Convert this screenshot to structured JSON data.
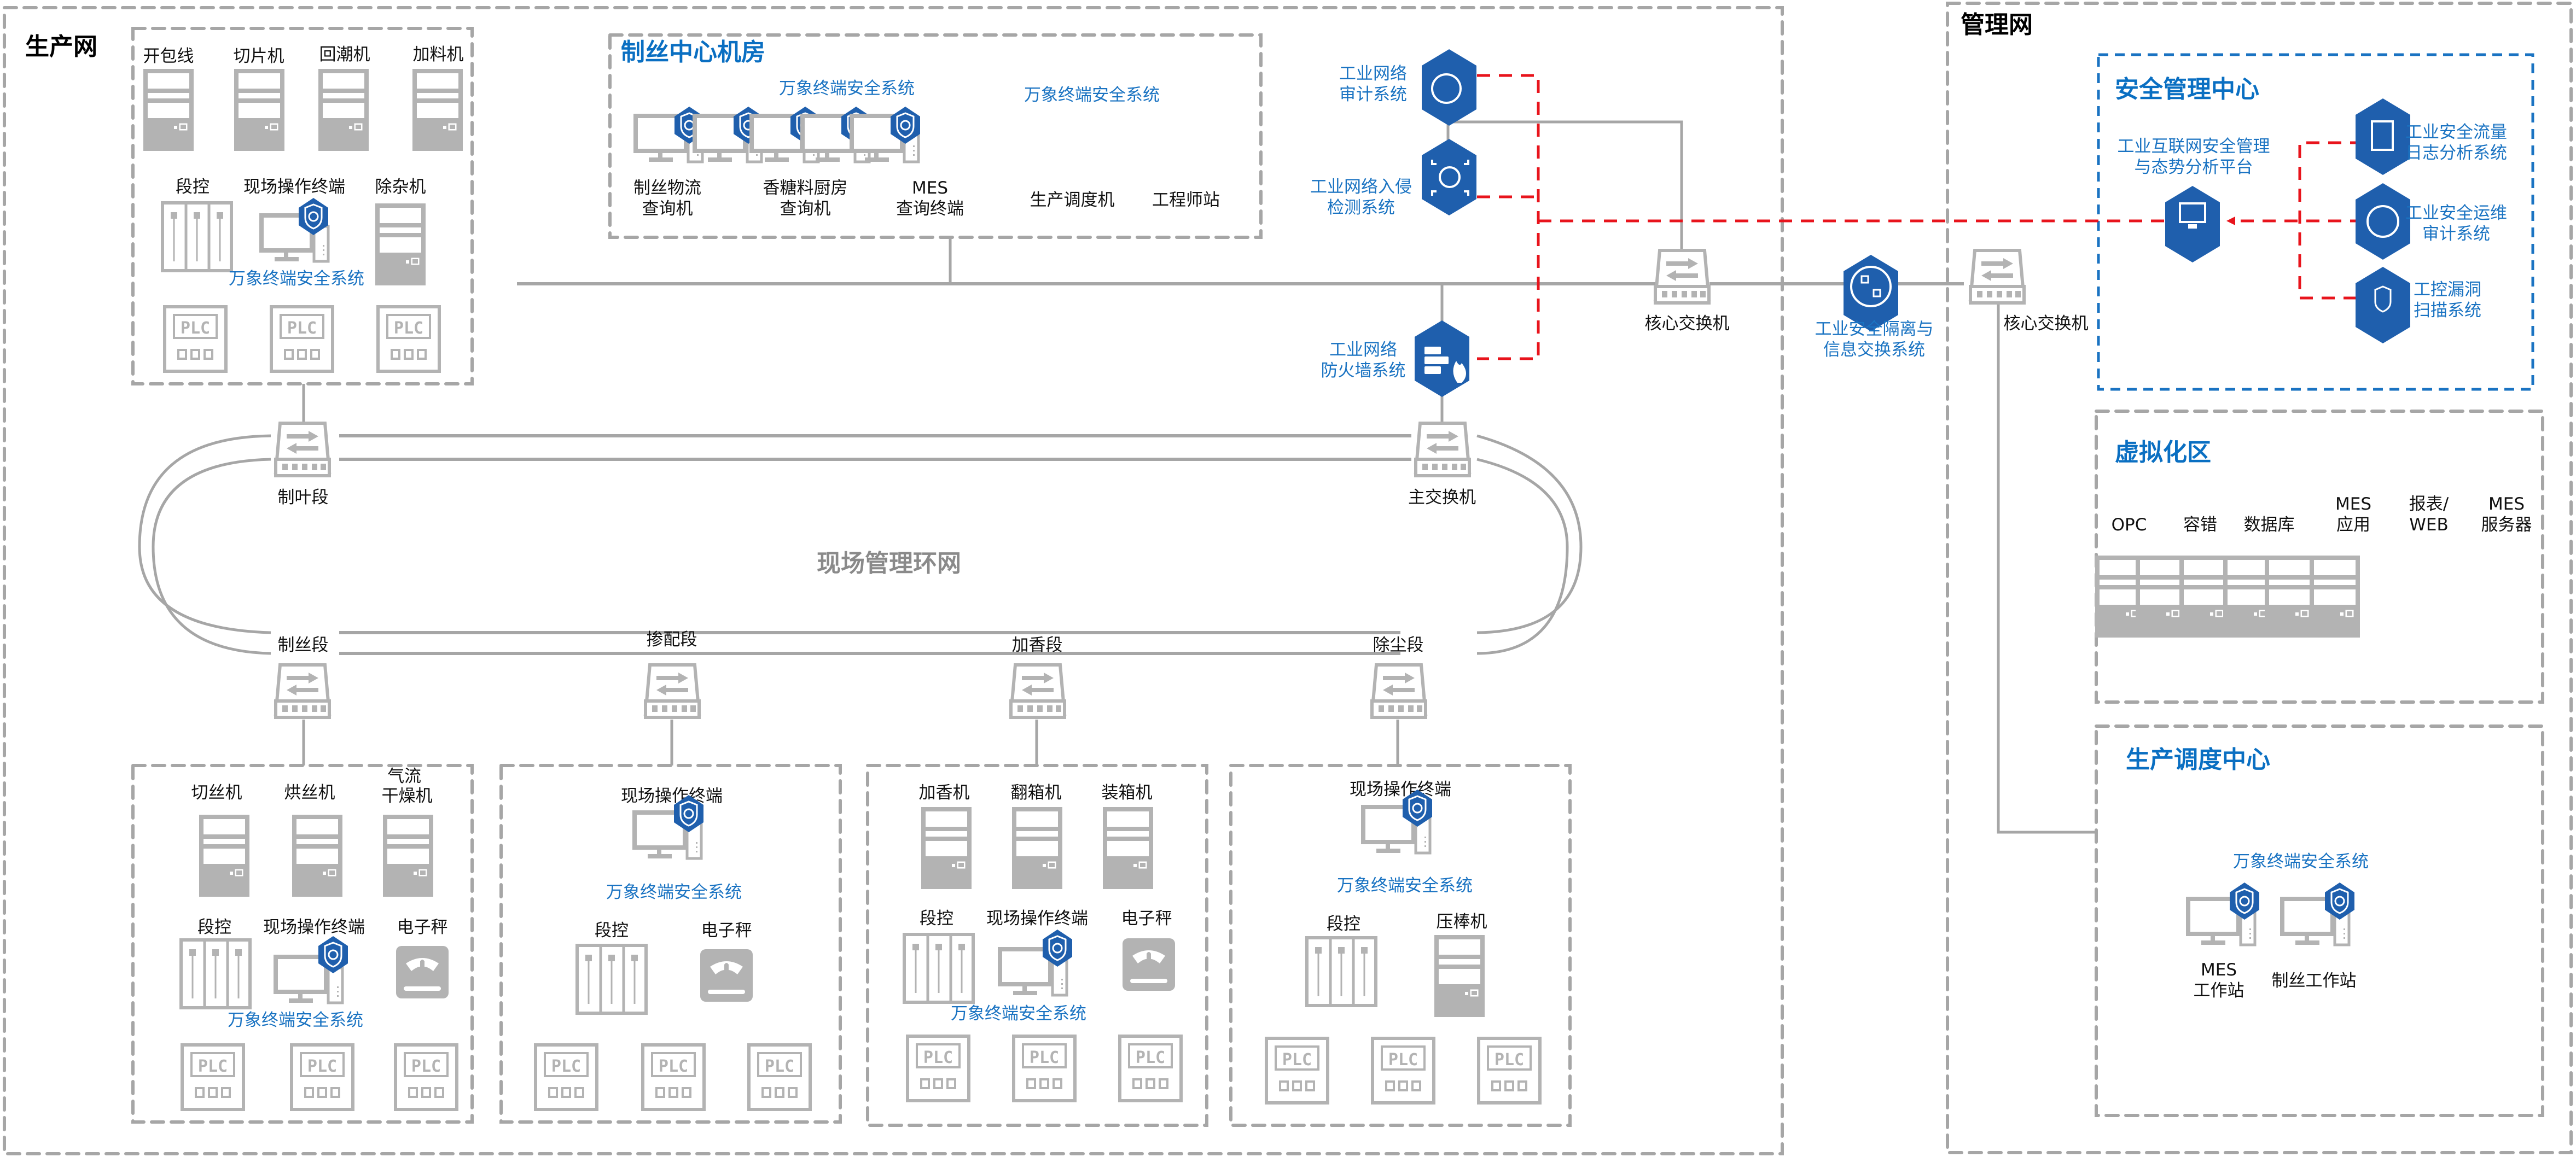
{
  "colors": {
    "accent_blue": "#1f5fad",
    "label_blue": "#1a73c2",
    "device_gray": "#b3b3b3",
    "line_gray": "#a6a6a6",
    "alert_red": "#e8141c"
  },
  "production_net": {
    "title": "生产网",
    "top_left_cluster": {
      "machines": [
        "开包线",
        "切片机",
        "回潮机",
        "加料机"
      ],
      "row2": {
        "segment_ctrl": "段控",
        "terminal": "现场操作终端",
        "extra": "除杂机"
      },
      "security_label": "万象终端安全系统",
      "plc": [
        "PLC",
        "PLC",
        "PLC"
      ]
    },
    "data_center": {
      "title": "制丝中心机房",
      "security_labels": [
        "万象终端安全系统",
        "万象终端安全系统"
      ],
      "hosts": [
        {
          "line1": "制丝物流",
          "line2": "查询机"
        },
        {
          "line1": "香糖料厨房",
          "line2": "查询机"
        },
        {
          "line1": "MES",
          "line2": "查询终端"
        },
        {
          "line1": "生产调度机",
          "line2": ""
        },
        {
          "line1": "工程师站",
          "line2": ""
        }
      ]
    },
    "security_devices": {
      "audit": {
        "line1": "工业网络",
        "line2": "审计系统"
      },
      "ids": {
        "line1": "工业网络入侵",
        "line2": "检测系统"
      },
      "firewall": {
        "line1": "工业网络",
        "line2": "防火墙系统"
      }
    },
    "core_switch": "核心交换机",
    "ring": {
      "title": "现场管理环网",
      "switches": [
        "制叶段",
        "主交换机",
        "制丝段",
        "掺配段",
        "加香段",
        "除尘段"
      ]
    },
    "bottom_clusters": [
      {
        "machines": [
          "切丝机",
          "烘丝机",
          "气流\n干燥机"
        ],
        "row2": {
          "segment_ctrl": "段控",
          "terminal": "现场操作终端",
          "extra": "电子秤"
        },
        "security_label": "万象终端安全系统",
        "plc": [
          "PLC",
          "PLC",
          "PLC"
        ]
      },
      {
        "terminal": "现场操作终端",
        "security_label": "万象终端安全系统",
        "row2": {
          "segment_ctrl": "段控",
          "extra": "电子秤"
        },
        "plc": [
          "PLC",
          "PLC",
          "PLC"
        ]
      },
      {
        "machines": [
          "加香机",
          "翻箱机",
          "装箱机"
        ],
        "row2": {
          "segment_ctrl": "段控",
          "terminal": "现场操作终端",
          "extra": "电子秤"
        },
        "security_label": "万象终端安全系统",
        "plc": [
          "PLC",
          "PLC",
          "PLC"
        ]
      },
      {
        "terminal": "现场操作终端",
        "security_label": "万象终端安全系统",
        "row2": {
          "segment_ctrl": "段控",
          "extra": "压棒机"
        },
        "plc": [
          "PLC",
          "PLC",
          "PLC"
        ]
      }
    ]
  },
  "gateway": {
    "line1": "工业安全隔离与",
    "line2": "信息交换系统"
  },
  "management_net": {
    "title": "管理网",
    "core_switch": "核心交换机",
    "security_center": {
      "title": "安全管理中心",
      "platform": {
        "line1": "工业互联网安全管理",
        "line2": "与态势分析平台"
      },
      "systems": [
        {
          "line1": "工业安全流量",
          "line2": "日志分析系统"
        },
        {
          "line1": "工业安全运维",
          "line2": "审计系统"
        },
        {
          "line1": "工控漏洞",
          "line2": "扫描系统"
        }
      ]
    },
    "virtualization": {
      "title": "虚拟化区",
      "servers": [
        {
          "line1": "",
          "line2": "OPC"
        },
        {
          "line1": "",
          "line2": "容错"
        },
        {
          "line1": "",
          "line2": "数据库"
        },
        {
          "line1": "MES",
          "line2": "应用"
        },
        {
          "line1": "报表/",
          "line2": "WEB"
        },
        {
          "line1": "MES",
          "line2": "服务器"
        }
      ]
    },
    "dispatch_center": {
      "title": "生产调度中心",
      "security_label": "万象终端安全系统",
      "stations": [
        {
          "line1": "MES",
          "line2": "工作站"
        },
        {
          "line1": "制丝工作站",
          "line2": ""
        }
      ]
    }
  }
}
